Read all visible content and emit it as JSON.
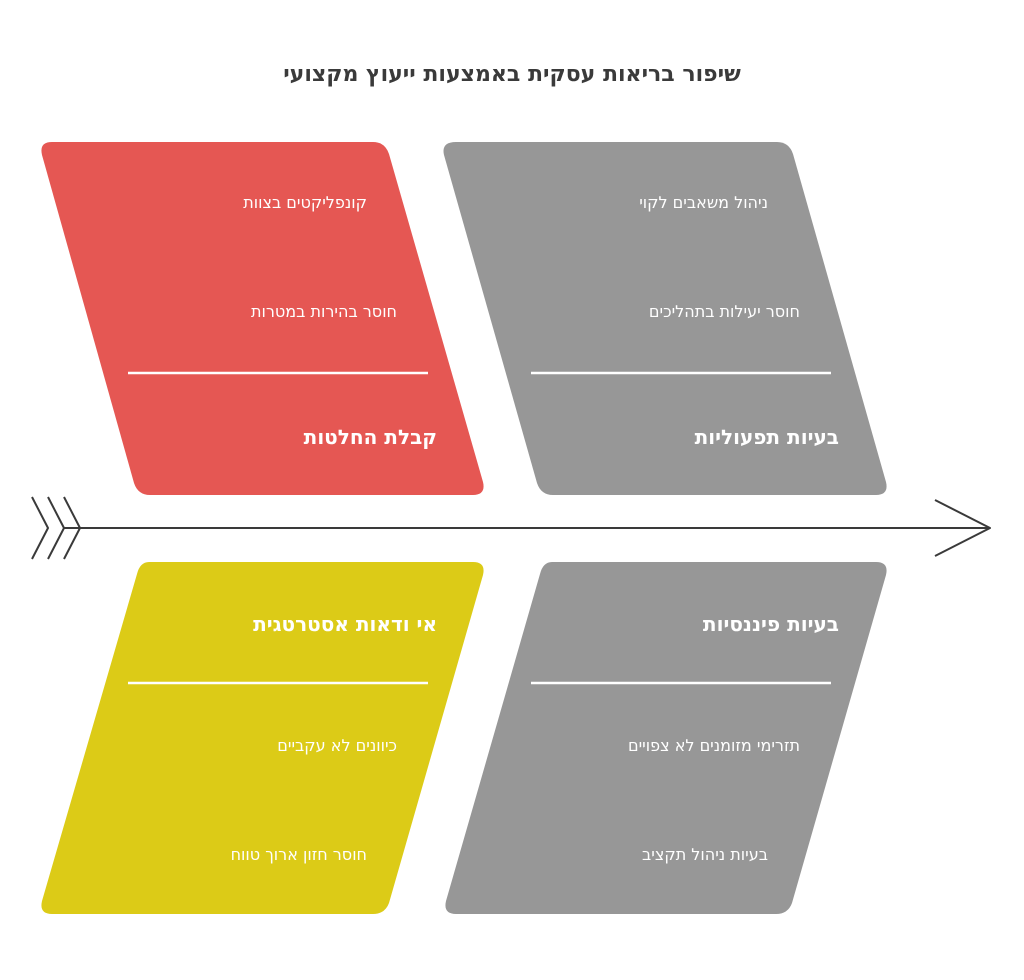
{
  "title": "שיפור בריאות עסקית באמצעות ייעוץ מקצועי",
  "colors": {
    "red": "#E55753",
    "gray": "#979797",
    "yellow": "#DCCB17",
    "line": "#3a3a3a"
  },
  "categories": {
    "decisions": {
      "heading": "קבלת החלטות",
      "causes": [
        "קונפליקטים בצוות",
        "חוסר בהירות במטרות"
      ]
    },
    "operations": {
      "heading": "בעיות תפעוליות",
      "causes": [
        "ניהול משאבים לקוי",
        "חוסר יעילות בתהליכים"
      ]
    },
    "strategy": {
      "heading": "אי ודאות אסטרטגית",
      "causes": [
        "כיוונים לא עקביים",
        "חוסר חזון ארוך טווח"
      ]
    },
    "finance": {
      "heading": "בעיות פיננסיות",
      "causes": [
        "תזרימי מזומנים לא צפויים",
        "בעיות ניהול תקציב"
      ]
    }
  }
}
